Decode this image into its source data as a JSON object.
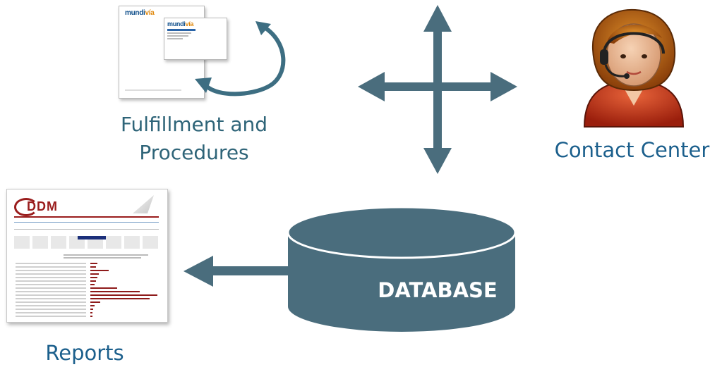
{
  "nodes": {
    "fulfillment": {
      "label_line1": "Fulfillment and",
      "label_line2": "Procedures"
    },
    "contact_center": {
      "label": "Contact Center"
    },
    "reports": {
      "label": "Reports"
    },
    "database": {
      "label": "DATABASE"
    }
  },
  "documents": {
    "letterhead_brand_main": "mundi",
    "letterhead_brand_accent": "vía",
    "report_brand": "DDM"
  },
  "colors": {
    "arrow": "#4a6d7d",
    "database_fill": "#4a6d7d",
    "fulfillment_label": "#2e6478",
    "contact_label": "#1b5f8c",
    "curved_arrow": "#3d6e82"
  }
}
